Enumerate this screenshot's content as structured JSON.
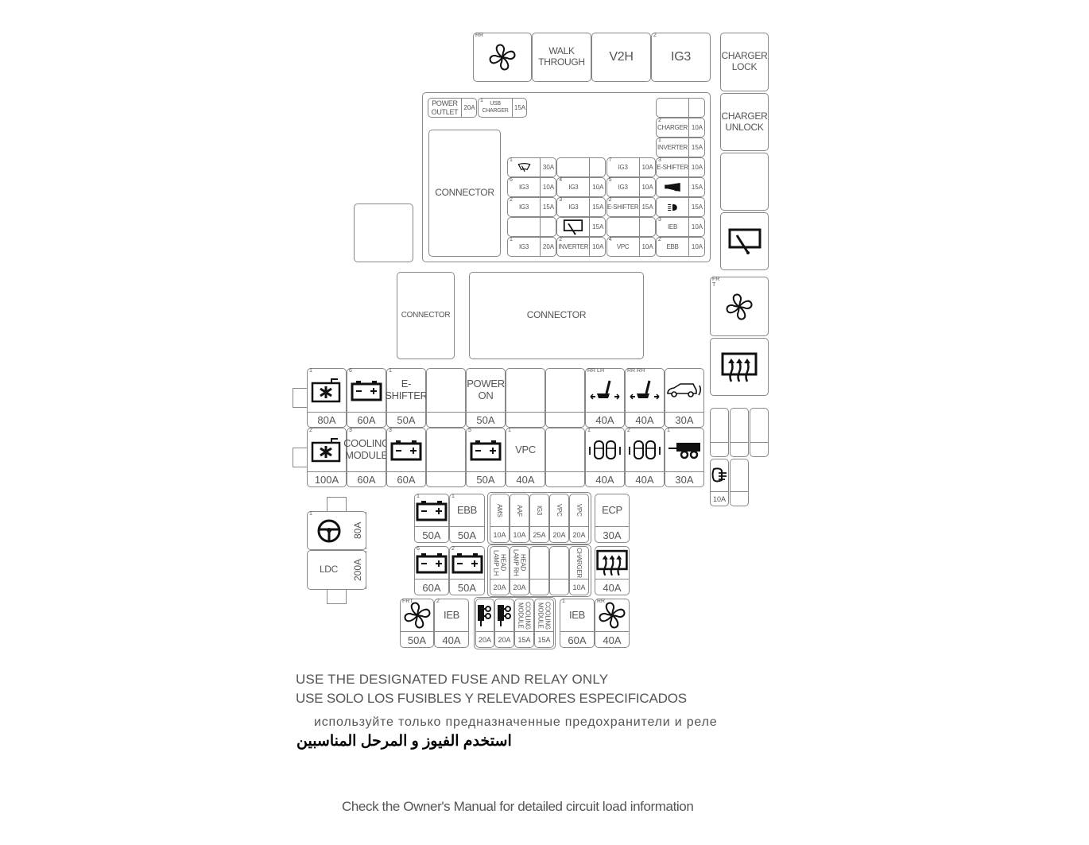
{
  "cells": {
    "rr_fan_relay": {
      "num": "RR",
      "icon": "fan"
    },
    "walk_through": {
      "label": "WALK\nTHROUGH"
    },
    "v2h": {
      "label": "V2H"
    },
    "ig3_relay_2": {
      "num": "2",
      "label": "IG3"
    },
    "charger_lock": {
      "label": "CHARGER\nLOCK"
    },
    "charger_unlock": {
      "label": "CHARGER\nUNLOCK"
    },
    "right_empty_relay": {},
    "rear_wiper_relay": {
      "icon": "rear-wiper"
    },
    "power_outlet": {
      "label": "POWER\nOUTLET",
      "rating": "20A"
    },
    "usb_charger": {
      "num": "1",
      "label": "USB\nCHARGER",
      "rating": "15A"
    },
    "connector_1": {
      "label": "CONNECTOR"
    },
    "connector_2": {
      "label": "CONNECTOR"
    },
    "connector_3": {
      "label": "CONNECTOR"
    },
    "left_blank_box": {},
    "m_r0": {},
    "m_r1": {
      "num": "2",
      "label": "CHARGER",
      "rating": "10A"
    },
    "m_r2": {
      "num": "1",
      "label": "INVERTER",
      "rating": "15A"
    },
    "m_r3": {
      "num": "3",
      "label": "E-SHIFTER",
      "rating": "10A"
    },
    "m_r4": {
      "icon": "horn",
      "rating": "15A"
    },
    "m_r5": {
      "icon": "headlamp",
      "rating": "15A"
    },
    "m_r6": {
      "num": "3",
      "label": "IEB",
      "rating": "10A"
    },
    "m_r7": {
      "num": "2",
      "label": "EBB",
      "rating": "10A"
    },
    "m_a1": {
      "num": "1",
      "icon": "wiper",
      "rating": "30A"
    },
    "m_b1": {},
    "m_c1": {
      "num": "7",
      "label": "IG3",
      "rating": "10A"
    },
    "m_a2": {
      "num": "6",
      "label": "IG3",
      "rating": "10A"
    },
    "m_b2": {
      "num": "4",
      "label": "IG3",
      "rating": "10A"
    },
    "m_c2": {
      "num": "5",
      "label": "IG3",
      "rating": "10A"
    },
    "m_a3": {
      "num": "2",
      "label": "IG3",
      "rating": "15A"
    },
    "m_b3": {
      "num": "3",
      "label": "IG3",
      "rating": "15A"
    },
    "m_c3": {
      "num": "2",
      "label": "E-SHIFTER",
      "rating": "15A"
    },
    "m_a4": {},
    "m_b4": {
      "icon": "rear-wiper",
      "rating": "15A"
    },
    "m_c4": {},
    "m_a5": {
      "num": "1",
      "label": "IG3",
      "rating": "20A"
    },
    "m_b5": {
      "num": "2",
      "label": "INVERTER",
      "rating": "10A"
    },
    "m_c5": {
      "num": "4",
      "label": "VPC",
      "rating": "10A"
    },
    "frt_fan_relay": {
      "num": "FR\nT",
      "icon": "fan"
    },
    "defrost_relay": {
      "icon": "defrost"
    },
    "s1": {},
    "s2": {},
    "s3": {},
    "s4": {
      "icon": "heated-mirror",
      "rating": "10A"
    },
    "s5": {},
    "b1_1": {
      "num": "1",
      "icon": "star-box",
      "rating": "80A"
    },
    "b1_2": {
      "num": "6",
      "icon": "battery",
      "rating": "60A"
    },
    "b1_3": {
      "num": "1",
      "label": "E-SHIFTER",
      "rating": "50A"
    },
    "b1_4": {},
    "b1_5": {
      "label": "POWER\nON",
      "rating": "50A"
    },
    "b1_6": {},
    "b1_7": {},
    "b1_8": {
      "num": "RR LH",
      "icon": "seat",
      "rating": "40A"
    },
    "b1_9": {
      "num": "RR RH",
      "icon": "seat",
      "rating": "40A"
    },
    "b1_10": {
      "icon": "tailgate",
      "rating": "30A"
    },
    "b2_1": {
      "num": "2",
      "icon": "star-box",
      "rating": "100A"
    },
    "b2_2": {
      "num": "3",
      "label": "COOLING\nMODULE",
      "rating": "60A"
    },
    "b2_3": {
      "num": "3",
      "icon": "battery",
      "rating": "60A"
    },
    "b2_4": {},
    "b2_5": {
      "num": "5",
      "icon": "battery",
      "rating": "50A"
    },
    "b2_6": {
      "num": "1",
      "label": "VPC",
      "rating": "40A"
    },
    "b2_7": {},
    "b2_8": {
      "num": "1",
      "icon": "seats",
      "rating": "40A"
    },
    "b2_9": {
      "num": "2",
      "icon": "seats",
      "rating": "40A"
    },
    "b2_10": {
      "num": "1",
      "icon": "trailer",
      "rating": "30A"
    },
    "ldc_top": {
      "num": "1",
      "icon": "steering",
      "rating": "80A"
    },
    "ldc_bottom": {
      "label": "LDC",
      "rating": "200A"
    },
    "la_1": {
      "num": "1",
      "icon": "battery",
      "rating": "50A"
    },
    "la_2": {
      "num": "1",
      "label": "EBB",
      "rating": "50A"
    },
    "la_3": {
      "label": "AMS",
      "rating": "10A",
      "vertical": true
    },
    "la_4": {
      "label": "AAF",
      "rating": "10A",
      "vertical": true
    },
    "la_5": {
      "label": "IG3",
      "rating": "25A",
      "vertical": true
    },
    "la_6": {
      "label": "VPC",
      "rating": "20A",
      "vertical": true
    },
    "la_7": {
      "label": "VPC",
      "rating": "20A",
      "vertical": true
    },
    "la_8": {
      "label": "ECP",
      "rating": "30A"
    },
    "lb_1": {
      "num": "6",
      "icon": "battery",
      "rating": "60A"
    },
    "lb_2": {
      "num": "2",
      "icon": "battery",
      "rating": "50A"
    },
    "lb_3": {
      "label": "HEAD\nLAMP LH",
      "rating": "20A",
      "vertical": true
    },
    "lb_4": {
      "label": "HEAD\nLAMP RH",
      "rating": "20A",
      "vertical": true
    },
    "lb_5": {},
    "lb_6": {},
    "lb_7": {
      "label": "CHARGER",
      "rating": "10A",
      "vertical": true
    },
    "lb_8": {
      "icon": "defrost",
      "rating": "40A"
    },
    "lc_1": {
      "num": "FRT",
      "icon": "fan",
      "rating": "50A"
    },
    "lc_2": {
      "num": "2",
      "label": "IEB",
      "rating": "40A"
    },
    "lc_3": {
      "icon": "relay-switch",
      "rating": "20A"
    },
    "lc_4": {
      "icon": "relay-switch",
      "rating": "20A"
    },
    "lc_5": {
      "label": "COOLING\nMODULE",
      "rating": "15A",
      "vertical": true
    },
    "lc_6": {
      "label": "COOLING\nMODULE",
      "rating": "15A",
      "vertical": true
    },
    "lc_7": {
      "num": "1",
      "label": "IEB",
      "rating": "60A"
    },
    "lc_8": {
      "num": "RR",
      "icon": "fan",
      "rating": "40A"
    }
  },
  "notes": {
    "english": "USE THE DESIGNATED FUSE AND RELAY ONLY",
    "spanish": "USE SOLO LOS FUSIBLES Y RELEVADORES ESPECIFICADOS",
    "russian": "используйте только предназначенные предохранители и реле",
    "arabic": "استخدم الفيوز و المرحل المناسبين",
    "footer": "Check the Owner's Manual for detailed circuit load information"
  }
}
